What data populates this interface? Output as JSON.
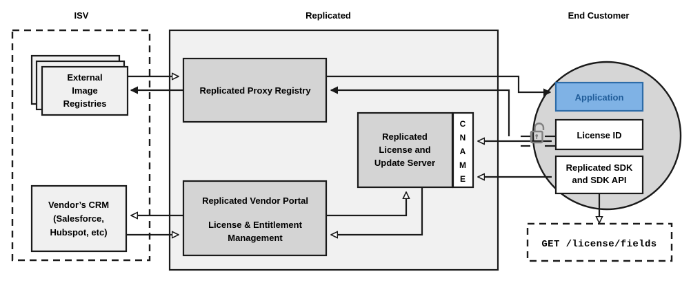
{
  "diagram": {
    "title_zones": [
      {
        "id": "isv",
        "label": "ISV"
      },
      {
        "id": "replicated",
        "label": "Replicated"
      },
      {
        "id": "end-customer",
        "label": "End Customer"
      }
    ],
    "nodes": {
      "external_image_registries": {
        "line1": "External",
        "line2": "Image",
        "line3": "Registries"
      },
      "vendors_crm": {
        "line1": "Vendor’s CRM",
        "line2": "(Salesforce,",
        "line3": "Hubspot, etc)"
      },
      "proxy_registry": {
        "line1": "Replicated Proxy Registry"
      },
      "license_update_server": {
        "line1": "Replicated",
        "line2": "License and",
        "line3": "Update Server"
      },
      "cname": {
        "letters": [
          "C",
          "N",
          "A",
          "M",
          "E"
        ]
      },
      "vendor_portal": {
        "line1": "Replicated Vendor Portal",
        "line2": "License & Entitlement",
        "line3": "Management"
      },
      "application": {
        "line1": "Application"
      },
      "license_id": {
        "line1": "License ID"
      },
      "replicated_sdk": {
        "line1": "Replicated SDK",
        "line2": "and SDK API"
      },
      "api_call": {
        "line1": "GET /license/fields"
      }
    },
    "icons": {
      "unlocked_padlock": "unlock-icon"
    },
    "colors": {
      "application_fill": "#7fb2e5",
      "application_text": "#1f5c99",
      "application_border": "#2d6ca8",
      "node_fill_dark": "#d4d4d4",
      "node_fill_light": "#f0f0f0",
      "container_fill": "#f1f1f1",
      "circle_fill": "#d6d6d6",
      "stroke": "#1a1a1a",
      "lock_color": "#808080"
    }
  }
}
